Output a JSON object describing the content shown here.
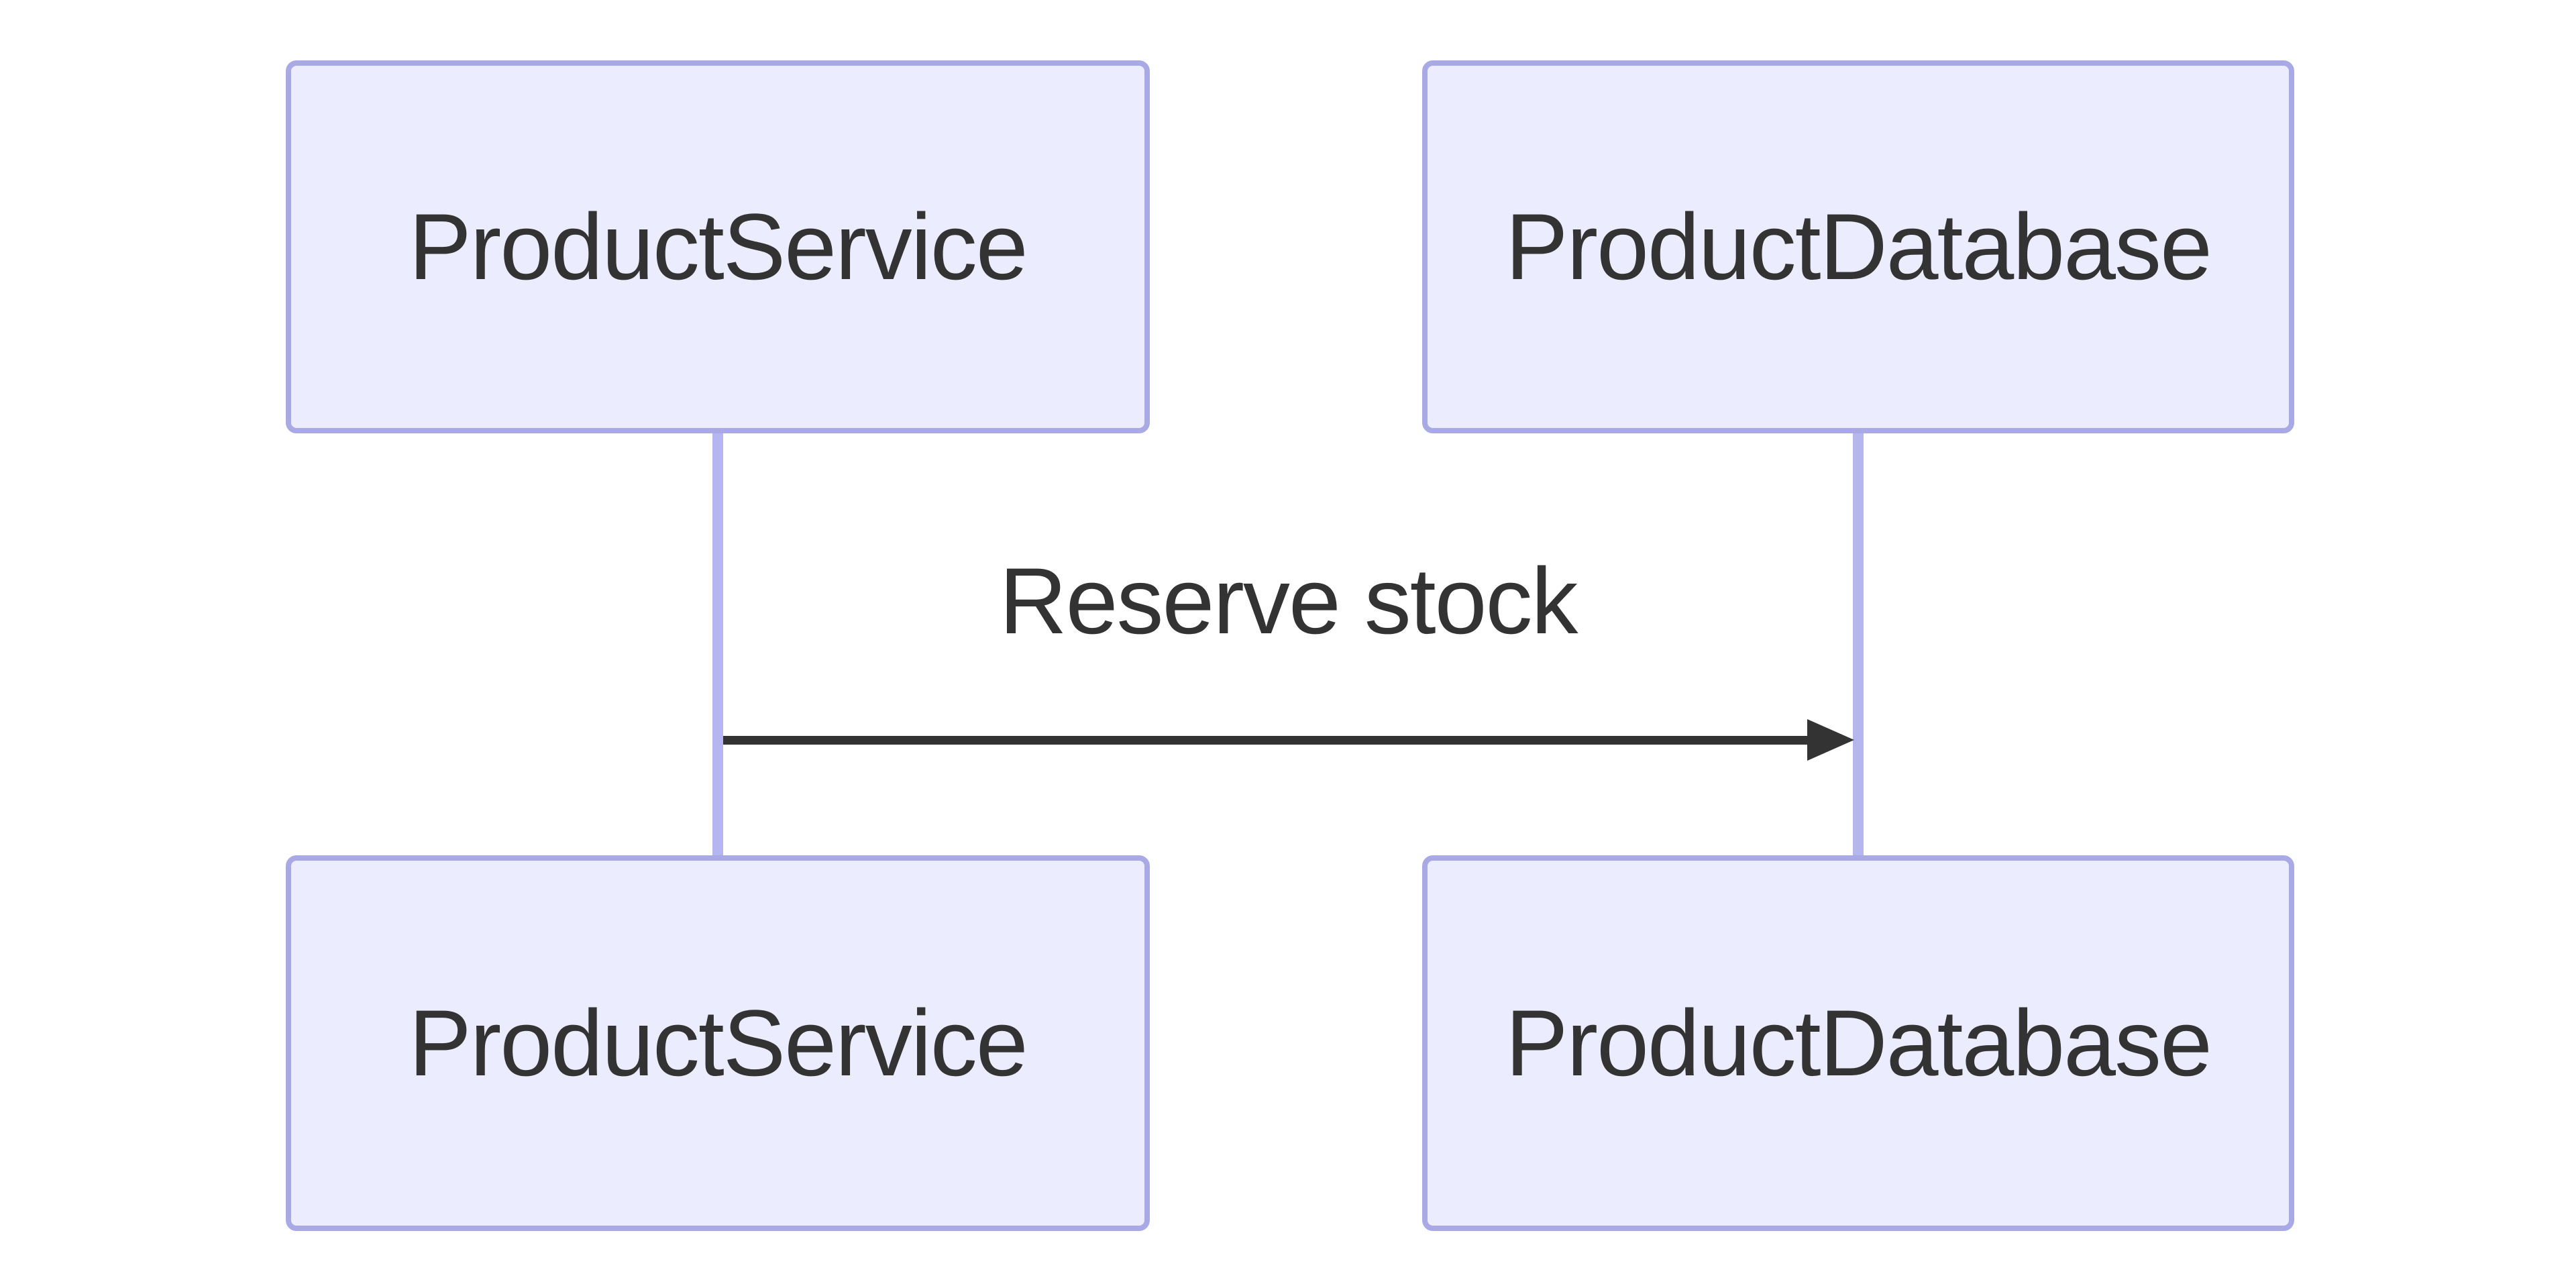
{
  "diagram": {
    "type": "sequence",
    "participants": [
      {
        "id": "service",
        "label": "ProductService"
      },
      {
        "id": "database",
        "label": "ProductDatabase"
      }
    ],
    "messages": [
      {
        "from": "ProductService",
        "to": "ProductDatabase",
        "label": "Reserve stock",
        "line_style": "solid",
        "arrowhead": "filled-triangle"
      }
    ]
  },
  "theme": {
    "bg": "#FFFFFF",
    "actor-fill": "#ECECFF",
    "actor-border": "#A9A9E6",
    "lifeline": "#B5B5F0",
    "arrow": "#333333",
    "text": "#333333"
  }
}
